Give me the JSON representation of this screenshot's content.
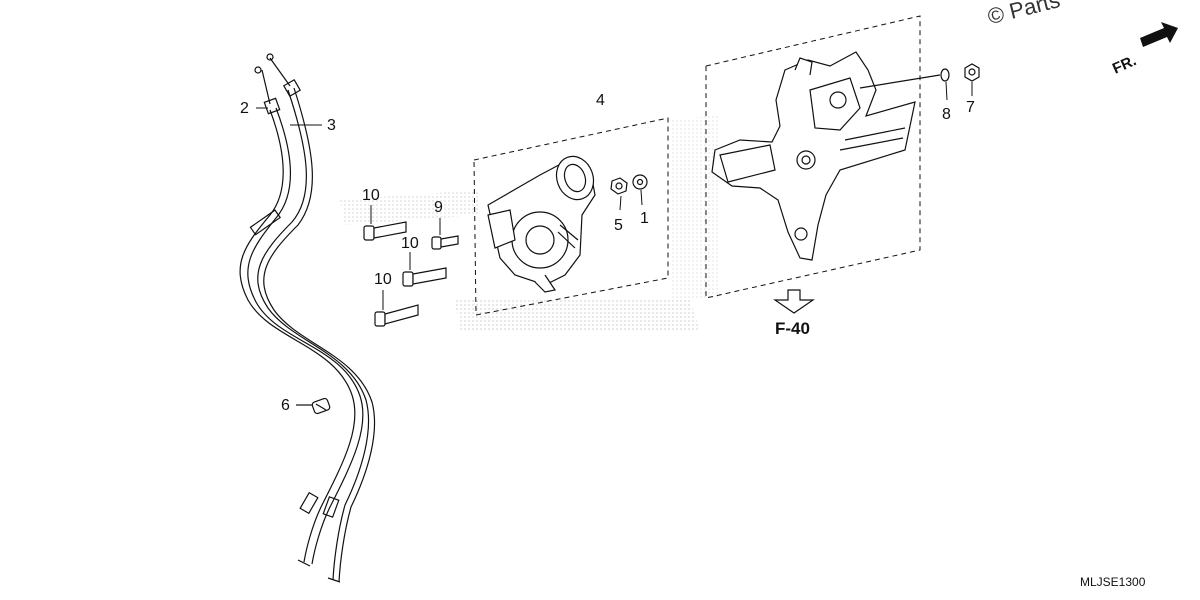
{
  "callouts": [
    "1",
    "2",
    "3",
    "4",
    "5",
    "6",
    "7",
    "8",
    "9",
    "10",
    "10",
    "10"
  ],
  "reference": {
    "label": "F-40"
  },
  "direction": {
    "label": "FR."
  },
  "copyright": {
    "text": "© Parts"
  },
  "diagram_code": "MLJSE1300",
  "colors": {
    "line": "#111111",
    "dot": "#9a9a9a"
  }
}
